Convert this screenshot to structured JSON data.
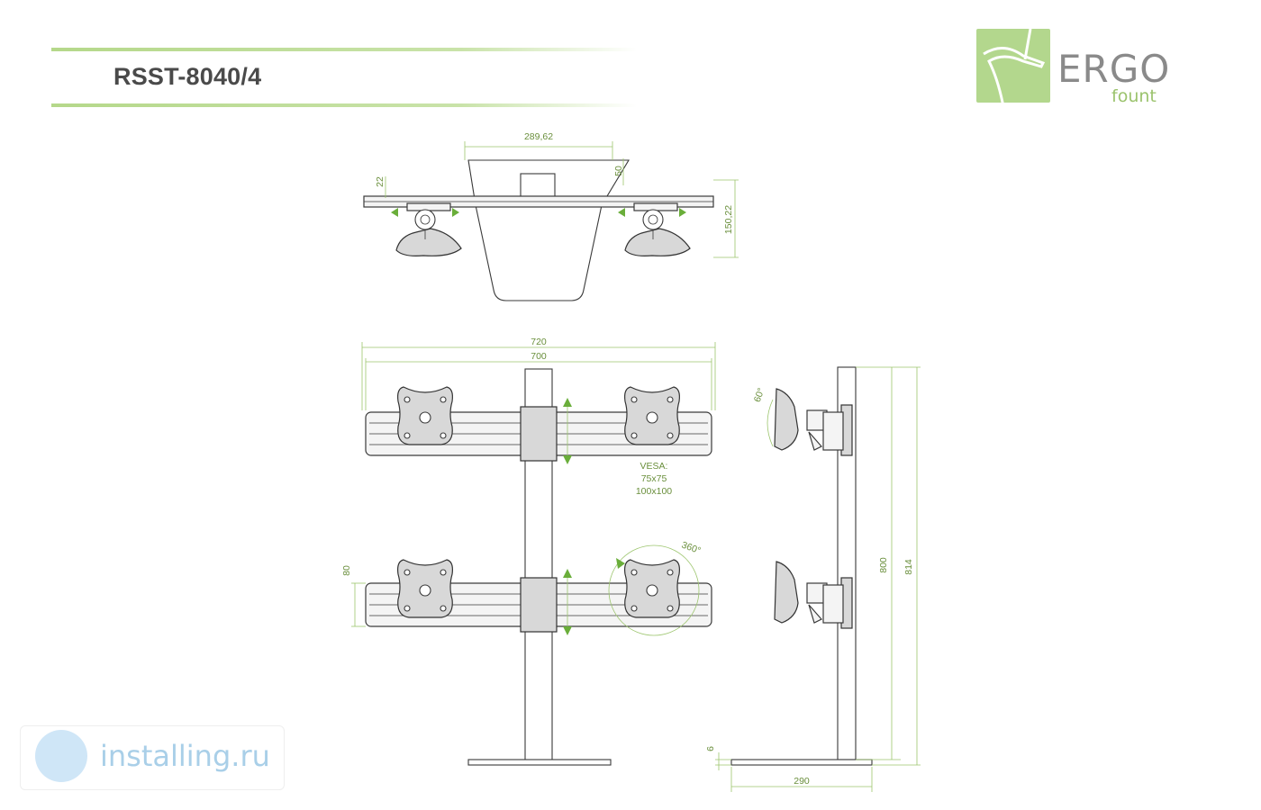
{
  "header": {
    "title": "RSST-8040/4"
  },
  "logo": {
    "brand": "ERGO",
    "sub": "fount",
    "box_color": "#b3d78d"
  },
  "watermark": {
    "text": "installing.ru"
  },
  "dimensions": {
    "top_width": "289,62",
    "top_offset": "50",
    "top_rail_height": "22",
    "top_depth": "150,22",
    "overall_width": "720",
    "inner_width": "700",
    "rail_height": "80",
    "vesa_label": "VESA:",
    "vesa_1": "75x75",
    "vesa_2": "100x100",
    "rotation": "360°",
    "tilt": "60°",
    "height_inner": "800",
    "height_total": "814",
    "base_thickness": "6",
    "base_depth": "290"
  },
  "colors": {
    "accent": "#b5d88a",
    "dim_line": "#9cc56d",
    "dim_text": "#6a8f3c",
    "arrow": "#6aae3a"
  }
}
